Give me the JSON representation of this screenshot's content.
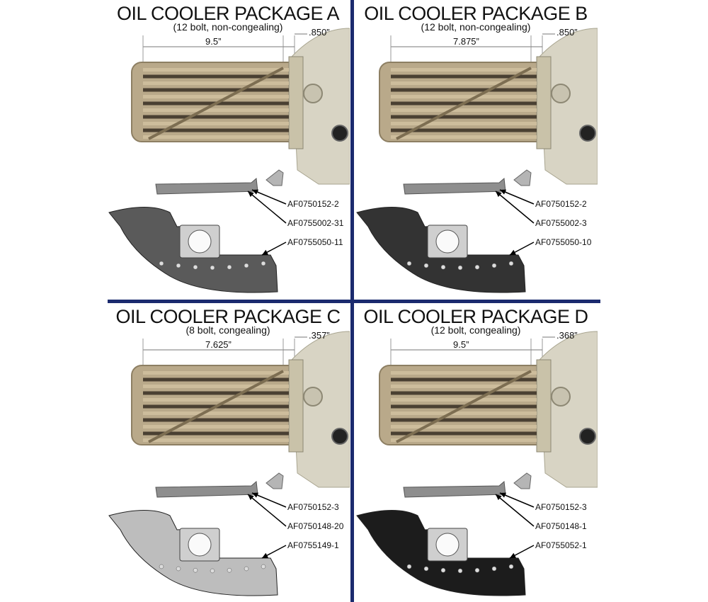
{
  "colors": {
    "divider": "#1b2a6e",
    "cooler_body": "#b9a98a",
    "cooler_fin_dark": "#4a4032",
    "cooler_fin_light": "#cdbd9c",
    "housing": "#d8d4c4",
    "bracket": "#8e8e8e",
    "shroud_dark": "#2b2b2b",
    "shroud_light": "#b3b3b3"
  },
  "panels": [
    {
      "title": "OIL COOLER PACKAGE A",
      "subtitle": "(12 bolt, non-congealing)",
      "length_dim": "9.5”",
      "offset_dim": ".850”",
      "parts": [
        "AF0750152-2",
        "AF0755002-31",
        "AF0755050-11"
      ],
      "shroud_style": "dark-grey"
    },
    {
      "title": "OIL COOLER PACKAGE B",
      "subtitle": "(12 bolt, non-congealing)",
      "length_dim": "7.875”",
      "offset_dim": ".850”",
      "parts": [
        "AF0750152-2",
        "AF0755002-3",
        "AF0755050-10"
      ],
      "shroud_style": "dark"
    },
    {
      "title": "OIL COOLER PACKAGE C",
      "subtitle": "(8 bolt, congealing)",
      "length_dim": "7.625”",
      "offset_dim": ".357”",
      "parts": [
        "AF0750152-3",
        "AF0750148-20",
        "AF0755149-1"
      ],
      "shroud_style": "light"
    },
    {
      "title": "OIL COOLER PACKAGE D",
      "subtitle": "(12 bolt, congealing)",
      "length_dim": "9.5”",
      "offset_dim": ".368”",
      "parts": [
        "AF0750152-3",
        "AF0750148-1",
        "AF0755052-1"
      ],
      "shroud_style": "black"
    }
  ]
}
